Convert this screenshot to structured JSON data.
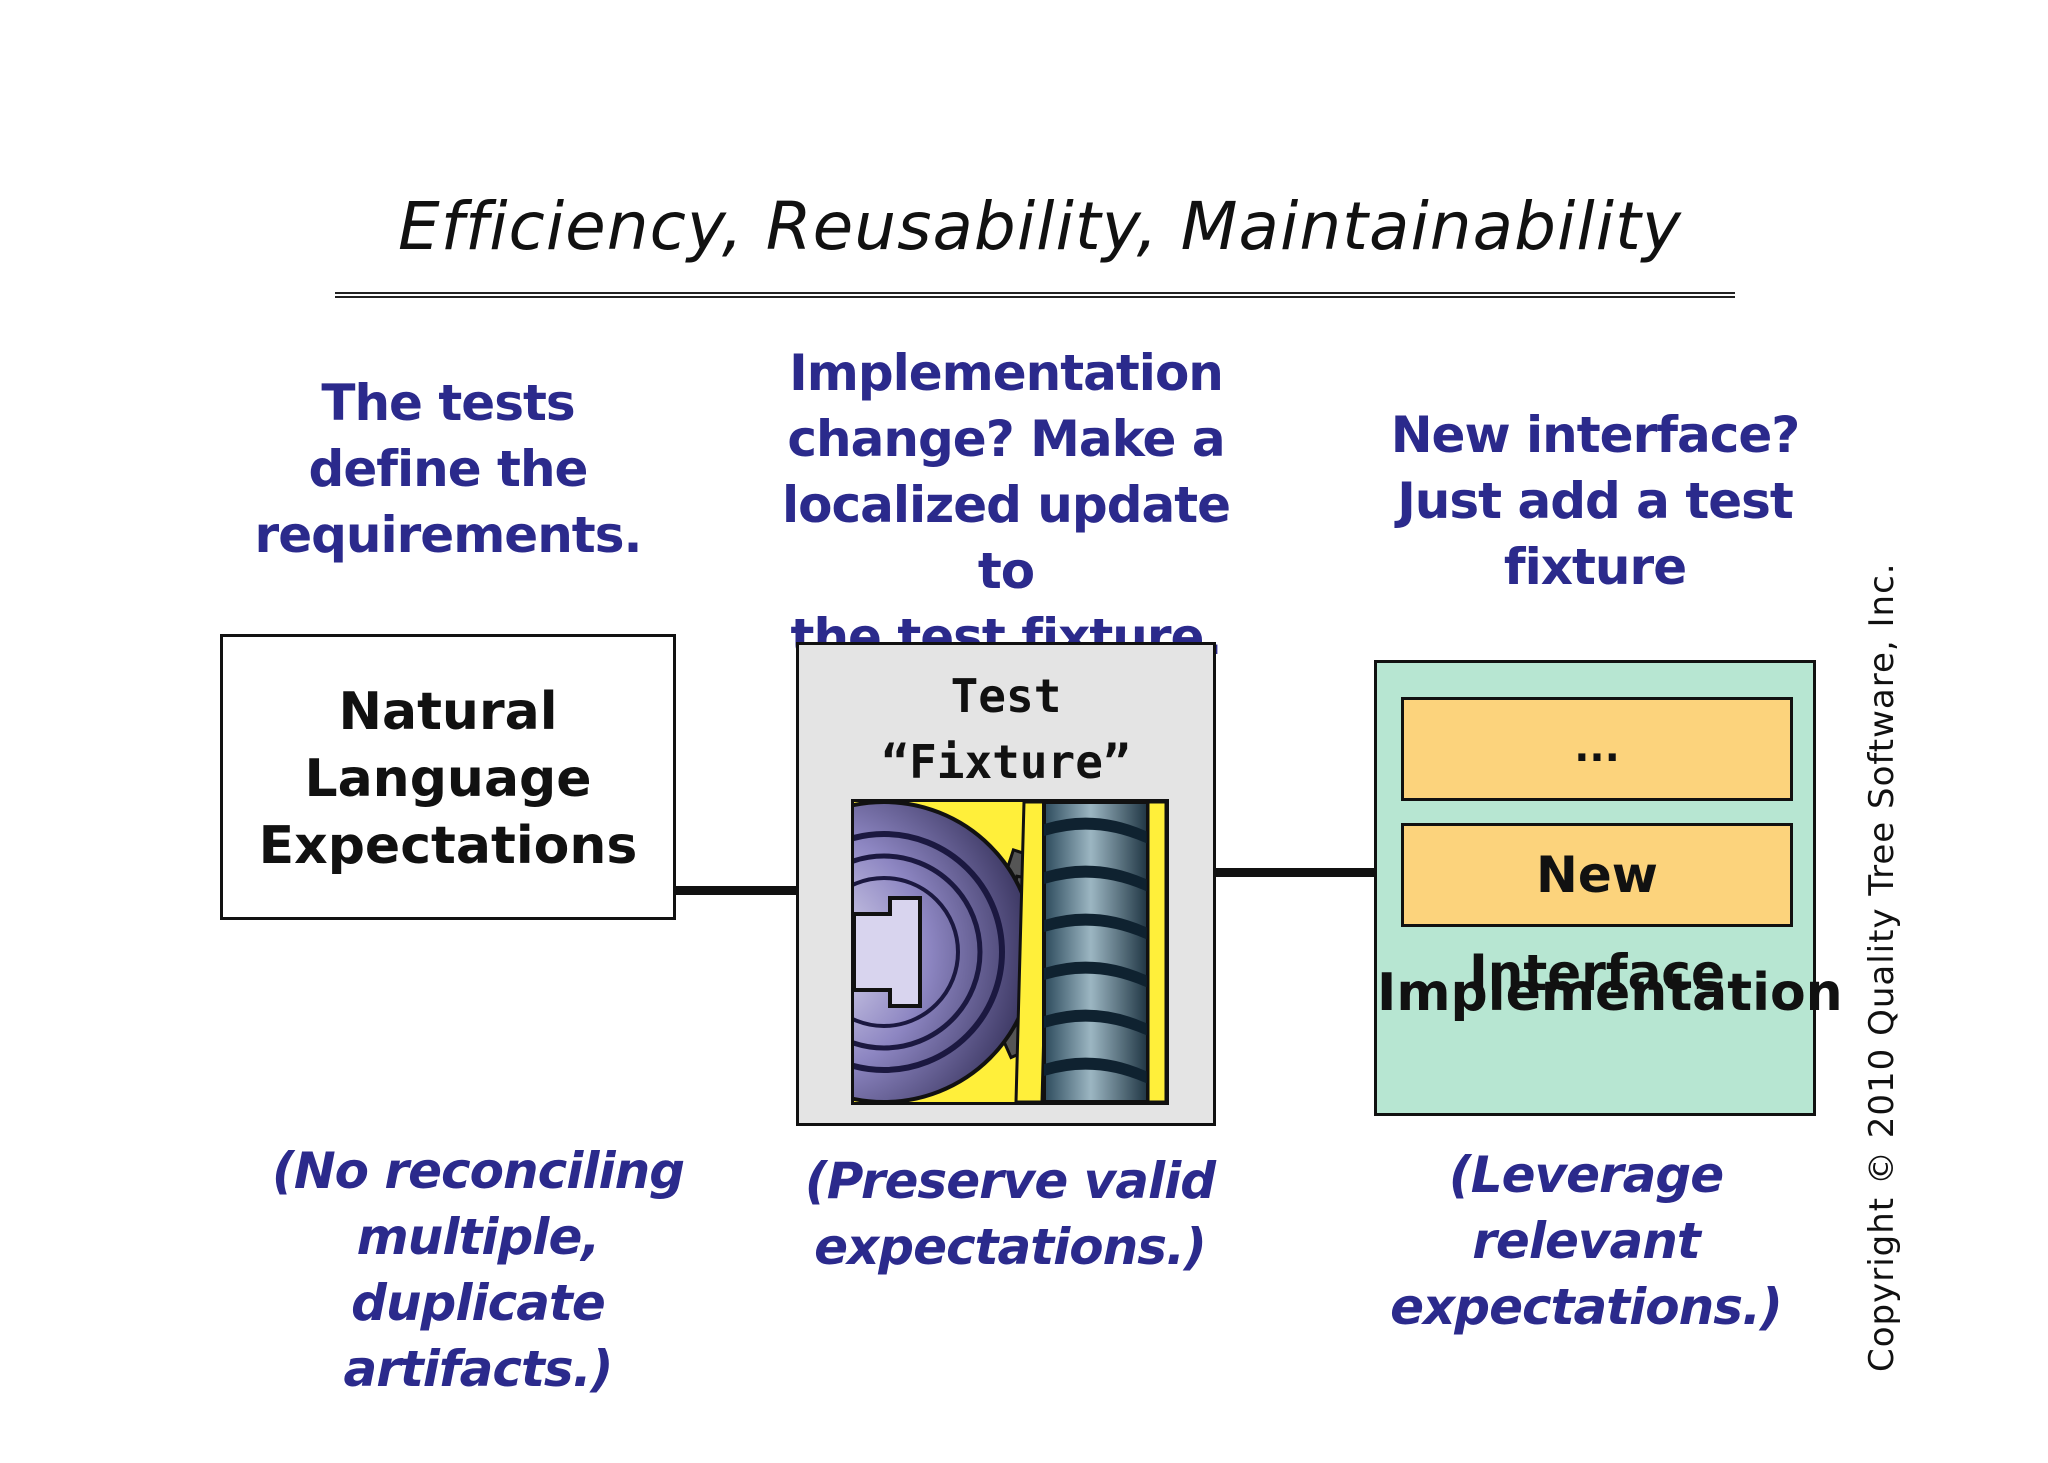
{
  "title": "Efficiency, Reusability, Maintainability",
  "notes_top": {
    "left": [
      "The tests",
      "define the",
      "requirements."
    ],
    "center": [
      "Implementation",
      "change? Make a",
      "localized update to",
      "the test fixture."
    ],
    "right": [
      "New interface?",
      "Just add a test",
      "fixture"
    ]
  },
  "boxes": {
    "natural_language": [
      "Natural",
      "Language",
      "Expectations"
    ],
    "fixture": [
      "Test",
      "“Fixture”"
    ],
    "implementation": {
      "interface_placeholder": "...",
      "interface_new": "New Interface",
      "label": "Implementation"
    }
  },
  "notes_bottom": {
    "left": [
      "(No reconciling",
      "multiple, duplicate",
      "artifacts.)"
    ],
    "center": [
      "(Preserve valid",
      "expectations.)"
    ],
    "right": [
      "(Leverage relevant",
      "expectations.)"
    ]
  },
  "copyright": "Copyright © 2010 Quality Tree Software, Inc.",
  "colors": {
    "note_text": "#2b2a8c",
    "fixture_bg": "#e4e4e4",
    "implementation_bg": "#b7e6d2",
    "interface_bg": "#fcd37c",
    "gear_bg": "#ffef3a"
  },
  "icons": {
    "fixture_image": "gear-and-screw-icon"
  }
}
